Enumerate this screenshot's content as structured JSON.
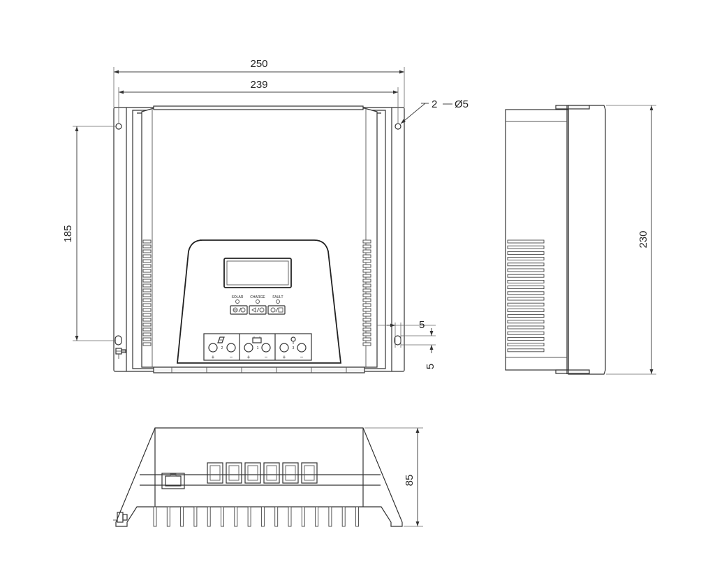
{
  "dimensions": {
    "overall_width": "250",
    "inner_width": "239",
    "hole_spacing": "185",
    "side_height": "230",
    "depth": "85",
    "hole_spec_count": "2",
    "hole_spec_dia": "Ø5",
    "slot_width": "5",
    "slot_height": "5"
  },
  "panel": {
    "led_labels": [
      "SOLAR",
      "CHARGE",
      "FAULT"
    ],
    "terminal_numbers": [
      "2",
      "1",
      "3"
    ],
    "terminal_signs": [
      "+",
      "−",
      "+",
      "−",
      "+",
      "−"
    ]
  }
}
